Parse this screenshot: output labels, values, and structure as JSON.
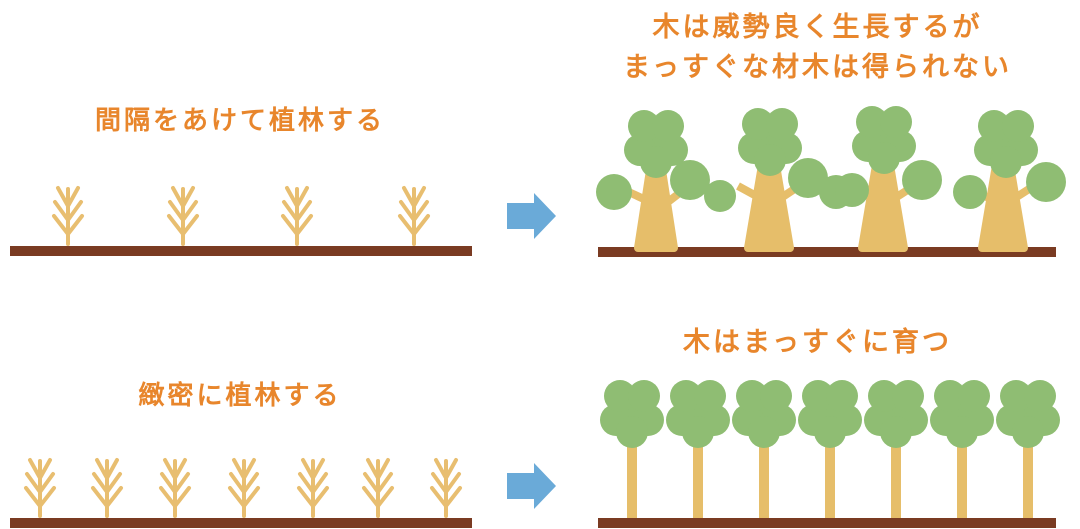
{
  "captions": {
    "sparse_planting": "間隔をあけて植林する",
    "vigorous_line1": "木は威勢良く生長するが",
    "vigorous_line2": "まっすぐな材木は得られない",
    "dense_planting": "緻密に植林する",
    "straight_growth": "木はまっすぐに育つ"
  },
  "colors": {
    "caption": "#e8862c",
    "ground": "#7a3b22",
    "sapling": "#e8be70",
    "trunk": "#e6be6a",
    "foliage": "#8fbd73",
    "arrow": "#6aaad8"
  },
  "icons": [
    "sapling-icon",
    "broad-tree-icon",
    "tall-tree-icon",
    "right-arrow-icon"
  ]
}
